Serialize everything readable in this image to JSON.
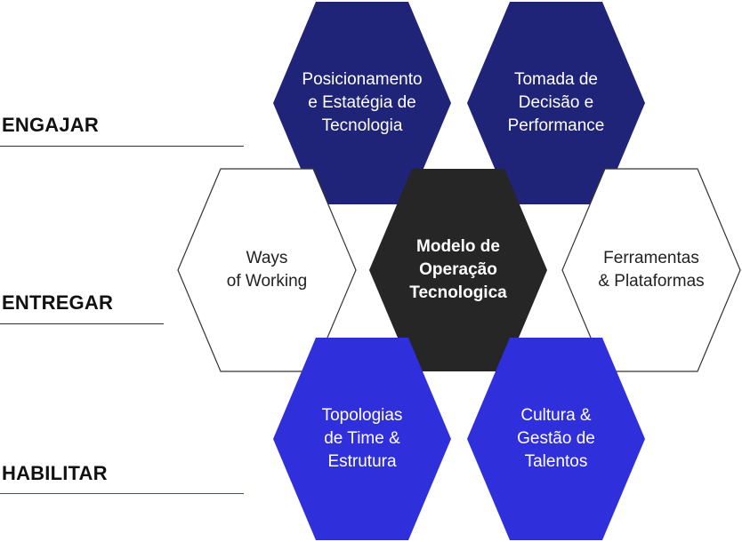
{
  "rows": [
    {
      "id": "engajar",
      "label": "ENGAJAR",
      "accent": false
    },
    {
      "id": "entregar",
      "label": "ENTREGAR",
      "accent": false
    },
    {
      "id": "habilitar",
      "label": "HABILITAR",
      "accent": true
    }
  ],
  "hexagons": [
    {
      "id": "posicionamento",
      "text": "Posicionamento\ne Estatégia de\nTecnologia",
      "style": "navy"
    },
    {
      "id": "tomada-decisao",
      "text": "Tomada de\nDecisão e\nPerformance",
      "style": "navy"
    },
    {
      "id": "ways-of-working",
      "text": "Ways\nof Working",
      "style": "outline"
    },
    {
      "id": "modelo-operacao",
      "text": "Modelo de\nOperação\nTecnologica",
      "style": "dark"
    },
    {
      "id": "ferramentas",
      "text": "Ferramentas\n& Plataformas",
      "style": "outline"
    },
    {
      "id": "topologias",
      "text": "Topologias\nde Time &\nEstrutura",
      "style": "blue"
    },
    {
      "id": "cultura",
      "text": "Cultura &\nGestão de\nTalentos",
      "style": "blue"
    }
  ],
  "colors": {
    "navy": "#1f2478",
    "blue": "#2f2fdc",
    "dark": "#262626",
    "outline_stroke": "#333333",
    "accent_line": "#3a42d6"
  }
}
